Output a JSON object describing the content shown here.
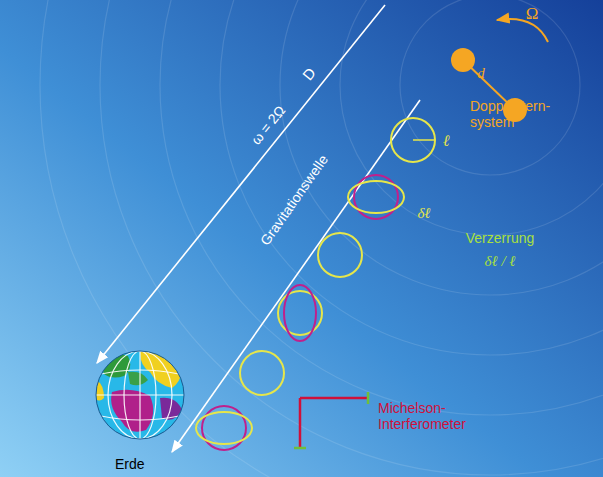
{
  "diagram": {
    "labels": [
      "Ω",
      "d",
      "Doppelstern- system",
      "ℓ",
      "δℓ",
      "Verzerrung",
      "δℓ / ℓ",
      "D",
      "ω = 2Ω",
      "Gravitationswelle",
      "Erde",
      "Michelson- Interferometer"
    ]
  }
}
